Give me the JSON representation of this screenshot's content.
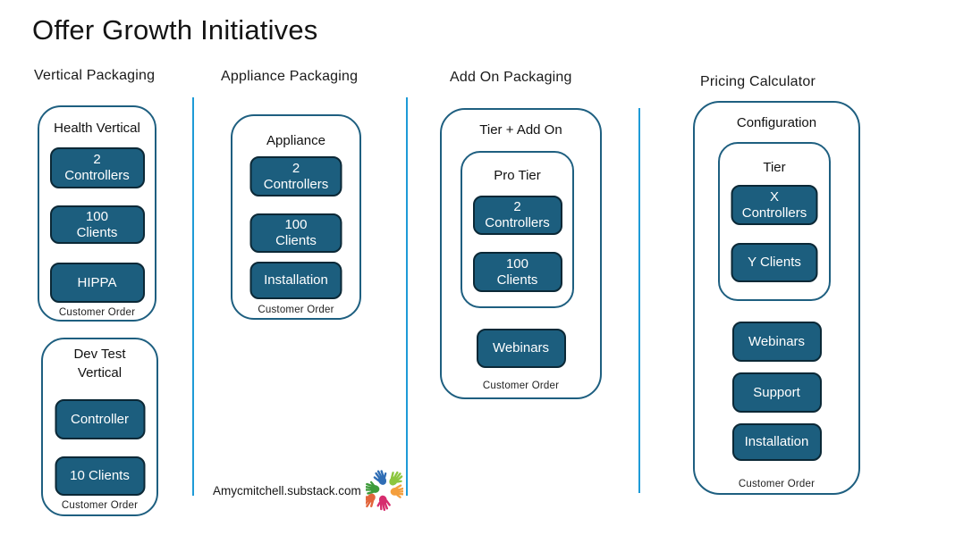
{
  "page": {
    "title": "Offer Growth Initiatives"
  },
  "footer": {
    "url": "Amycmitchell.substack.com",
    "logo_icon": "colorful-hands-logo"
  },
  "colors": {
    "box_fill": "#1C5E7E",
    "box_border": "#0B2836",
    "container_border": "#1E5F80",
    "divider_blue": "#1E9BD7",
    "text_dark": "#141414",
    "box_text": "#FFFFFF",
    "logo_palette": [
      "#2F6DB5",
      "#8CC63E",
      "#3D9B3A",
      "#F49F3D",
      "#D62D6E",
      "#E2653B"
    ]
  },
  "columns": [
    {
      "header": "Vertical Packaging",
      "containers": [
        {
          "title": "Health Vertical",
          "boxes": [
            "2\nControllers",
            "100\nClients",
            "HIPPA"
          ],
          "footer": "Customer Order"
        },
        {
          "title": "Dev Test\nVertical",
          "boxes": [
            "Controller",
            "10 Clients"
          ],
          "footer": "Customer Order"
        }
      ]
    },
    {
      "header": "Appliance Packaging",
      "containers": [
        {
          "title": "Appliance",
          "boxes": [
            "2\nControllers",
            "100\nClients",
            "Installation"
          ],
          "footer": "Customer Order"
        }
      ]
    },
    {
      "header": "Add On Packaging",
      "containers": [
        {
          "title": "Tier + Add On",
          "inner": {
            "title": "Pro Tier",
            "boxes": [
              "2\nControllers",
              "100\nClients"
            ]
          },
          "boxes": [
            "Webinars"
          ],
          "footer": "Customer Order"
        }
      ]
    },
    {
      "header": "Pricing Calculator",
      "containers": [
        {
          "title": "Configuration",
          "inner": {
            "title": "Tier",
            "boxes": [
              "X\nControllers",
              "Y Clients"
            ]
          },
          "boxes": [
            "Webinars",
            "Support",
            "Installation"
          ],
          "footer": "Customer Order"
        }
      ]
    }
  ]
}
